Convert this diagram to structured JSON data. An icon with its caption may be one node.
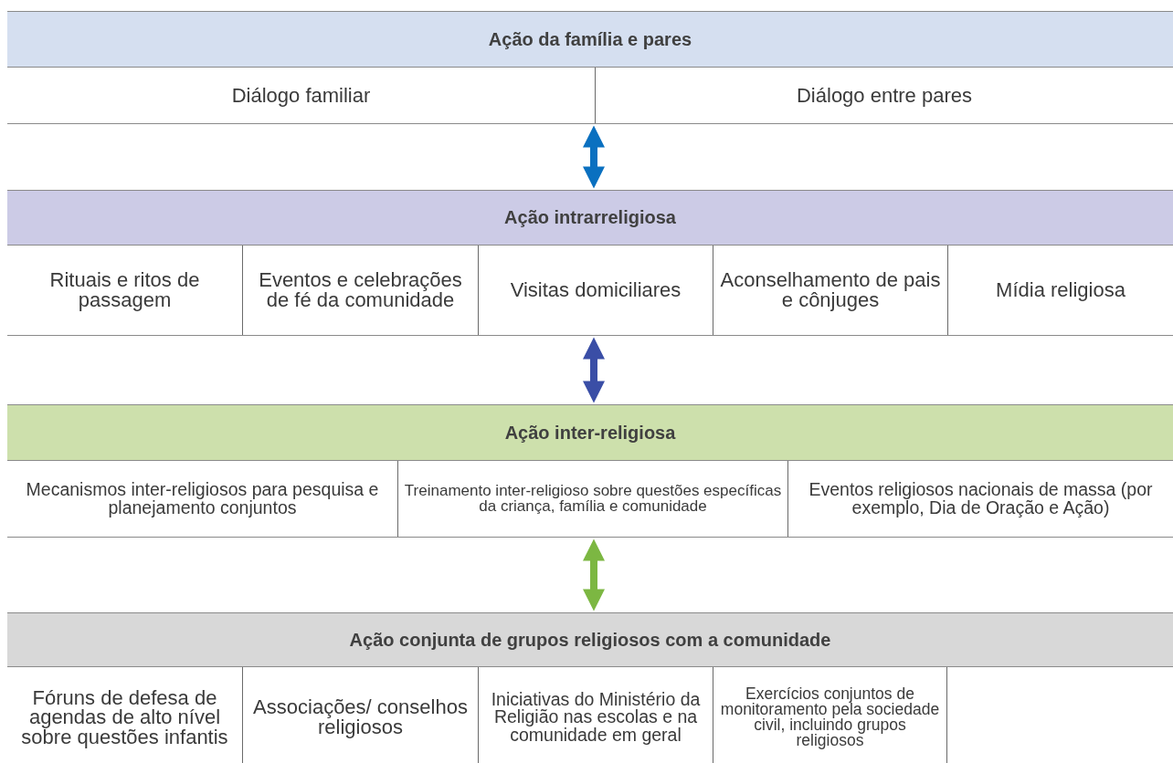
{
  "diagram": {
    "nodes": [
      {
        "text": [
          "Ação da família e pares"
        ]
      },
      {
        "text": [
          "Diálogo familiar"
        ],
        "in": 0
      },
      {
        "text": [
          "Diálogo entre pares"
        ],
        "in": 0
      },
      {
        "text": [
          "Ação intrarreligiosa"
        ]
      },
      {
        "text": [
          "Rituais e ritos de passagem"
        ],
        "in": 3
      },
      {
        "text": [
          "Eventos e celebrações de fé da comunidade"
        ],
        "in": 3
      },
      {
        "text": [
          "Visitas domiciliares"
        ],
        "in": 3
      },
      {
        "text": [
          "Aconselhamento de pais e cônjuges"
        ],
        "in": 3
      },
      {
        "text": [
          "Mídia religiosa"
        ],
        "in": 3
      },
      {
        "text": [
          "Ação inter-religiosa"
        ]
      },
      {
        "text": [
          "Mecanismos inter-religiosos para pesquisa e planejamento conjuntos"
        ],
        "in": 9
      },
      {
        "text": [
          "Treinamento inter-religioso sobre questões específicas da criança, família e comunidade"
        ],
        "in": 9
      },
      {
        "text": [
          "Eventos religiosos nacionais de massa (por exemplo, Dia de Oração e Ação)"
        ],
        "in": 9
      },
      {
        "text": [
          "Ação conjunta de grupos religiosos com a comunidade"
        ]
      },
      {
        "text": [
          "Fóruns de defesa de agendas de alto nível sobre questões infantis"
        ],
        "in": 13
      },
      {
        "text": [
          "Associações/ conselhos religiosos"
        ],
        "in": 13
      },
      {
        "text": [
          "Iniciativas do Ministério da Religião nas escolas e na comunidade em geral"
        ],
        "in": 13
      },
      {
        "text": [
          "Exercícios conjuntos de monitoramento pela sociedade civil, incluindo grupos religiosos"
        ],
        "in": 13
      }
    ],
    "edges": [
      {
        "from": 0,
        "to": 3,
        "arrow": "both",
        "color": "#0a70c0"
      },
      {
        "from": 3,
        "to": 9,
        "arrow": "both",
        "color": "#3a4ea6"
      },
      {
        "from": 9,
        "to": 13,
        "arrow": "both",
        "color": "#7cb742"
      }
    ]
  }
}
